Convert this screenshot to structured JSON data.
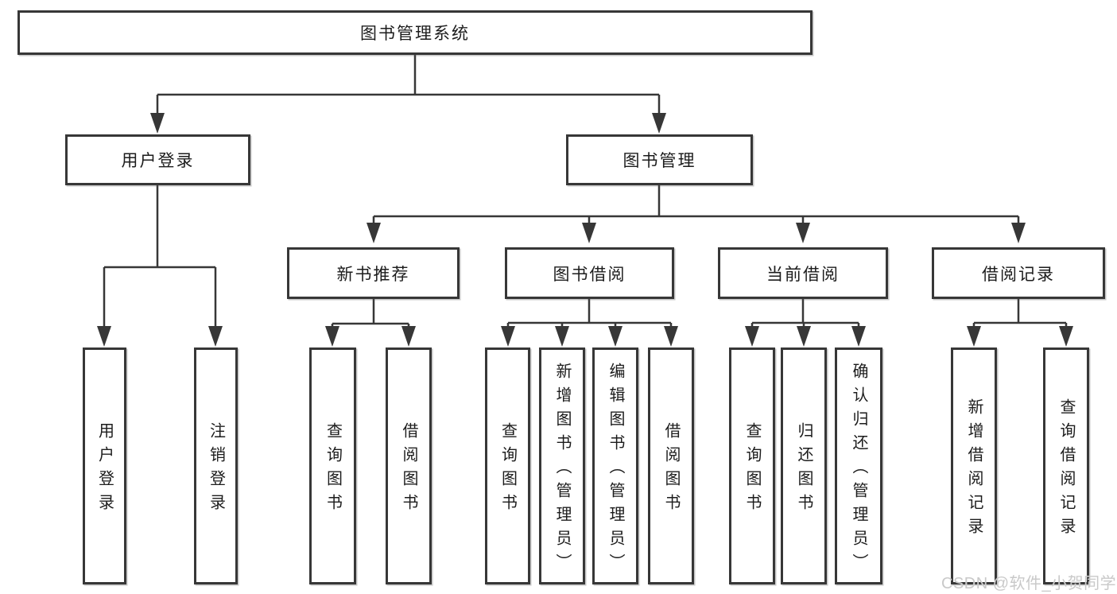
{
  "tree": {
    "root": "图书管理系统",
    "branches": {
      "user_login": {
        "label": "用户登录",
        "children": {
          "login": "用户登录",
          "logout": "注销登录"
        }
      },
      "book_mgmt": {
        "label": "图书管理",
        "sections": {
          "new_book_rec": {
            "label": "新书推荐",
            "children": {
              "query": "查询图书",
              "borrow": "借阅图书"
            }
          },
          "book_borrow": {
            "label": "图书借阅",
            "children": {
              "query": "查询图书",
              "add": "新增图书（管理员）",
              "edit": "编辑图书（管理员）",
              "borrow": "借阅图书"
            }
          },
          "current_borrow": {
            "label": "当前借阅",
            "children": {
              "query": "查询图书",
              "return": "归还图书",
              "confirm": "确认归还（管理员）"
            }
          },
          "borrow_records": {
            "label": "借阅记录",
            "children": {
              "add": "新增借阅记录",
              "query": "查询借阅记录"
            }
          }
        }
      }
    }
  },
  "watermark": "CSDN @软件_小贺同学",
  "colors": {
    "line": "#373737",
    "text": "#1c1c1c",
    "background": "#ffffff",
    "watermark": "#c9c9c9"
  }
}
